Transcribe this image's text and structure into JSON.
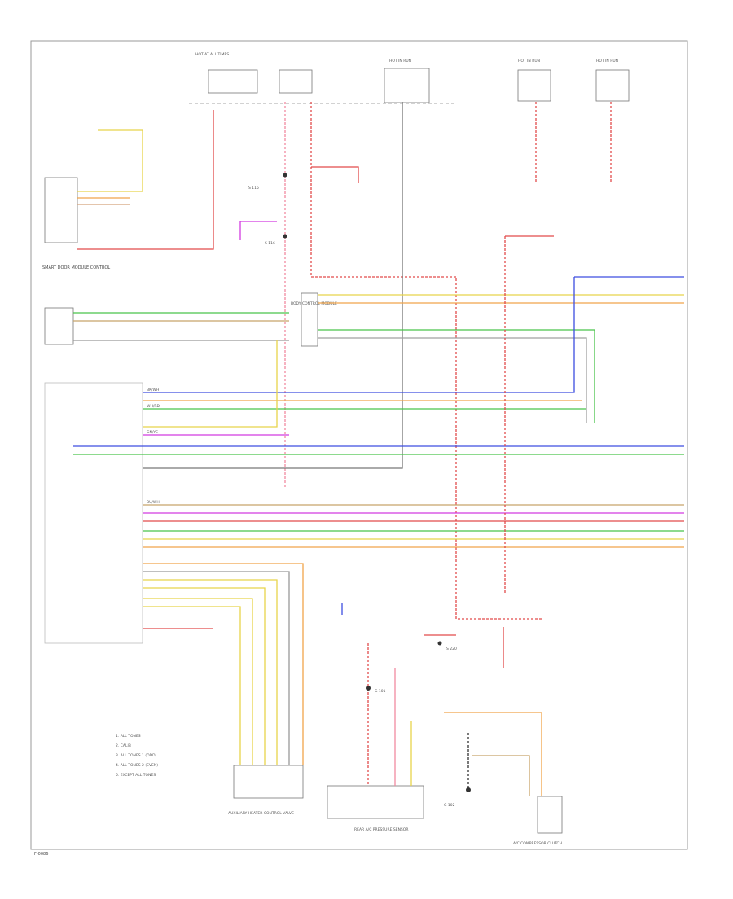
{
  "page_id": "F-0086",
  "colors": {
    "red": "#e24b4b",
    "pink": "#f08aa0",
    "magenta": "#d23be0",
    "blue": "#3d4de0",
    "green": "#49c44a",
    "yellow": "#e8d44a",
    "orange": "#f0a54a",
    "gray": "#999999",
    "black": "#333333"
  },
  "legend": [
    "1. ALL TONES",
    "2. CALIB",
    "3. ALL TONES 1 (ODD)",
    "4. ALL TONES 2 (EVEN)",
    "5. EXCEPT ALL TONES"
  ],
  "fuse_boxes": [
    {
      "label": "HOT AT ALL TIMES"
    },
    {
      "label": "HOT IN RUN"
    },
    {
      "label": "HOT IN RUN"
    },
    {
      "label": "HOT IN RUN"
    }
  ],
  "components": {
    "left_module": "SMART DOOR MODULE CONTROL",
    "center_module": "BODY CONTROL MODULE",
    "bottom_left_module": "AUXILIARY HEATER CONTROL VALVE",
    "bottom_center_module": "REAR A/C PRESSURE SENSOR",
    "bottom_right_module": "A/C COMPRESSOR CLUTCH"
  },
  "wire_labels": [
    "BK/WH",
    "WH/RD",
    "GN/YE",
    "BU/WH"
  ],
  "splices": [
    "S 115",
    "S 116",
    "S 220"
  ],
  "grounds": [
    "G 102",
    "G 101"
  ]
}
